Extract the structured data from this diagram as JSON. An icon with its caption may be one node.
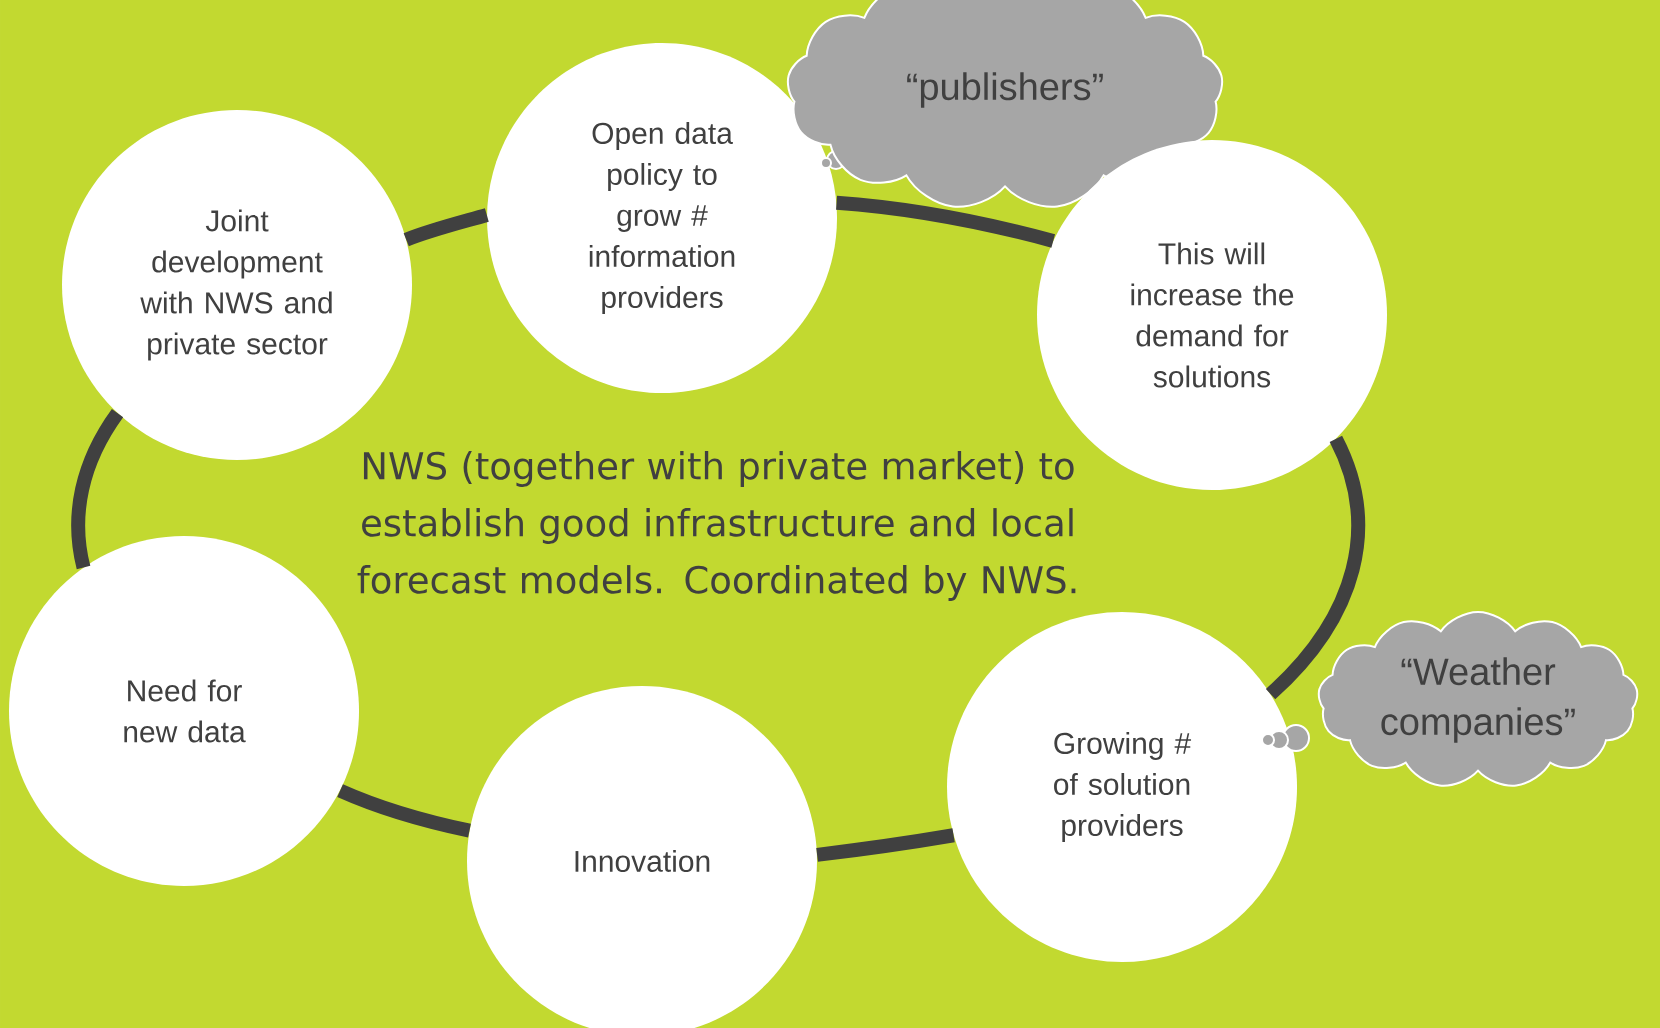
{
  "diagram": {
    "nodes": [
      {
        "text": [
          "Joint development with NWS and private sector"
        ]
      },
      {
        "text": [
          "Open data policy to grow # information providers"
        ]
      },
      {
        "text": [
          "“publishers”"
        ]
      },
      {
        "text": [
          "This will increase the demand for solutions"
        ]
      },
      {
        "text": [
          "Need for new data"
        ]
      },
      {
        "text": [
          "Growing # of solution providers"
        ]
      },
      {
        "text": [
          "“Weather companies”"
        ]
      },
      {
        "text": [
          "Innovation"
        ]
      }
    ],
    "edges": [
      {
        "from": 0,
        "to": 1,
        "arrow": "none"
      },
      {
        "from": 1,
        "to": 3,
        "arrow": "none"
      },
      {
        "from": 3,
        "to": 5,
        "arrow": "none"
      },
      {
        "from": 5,
        "to": 7,
        "arrow": "none"
      },
      {
        "from": 7,
        "to": 4,
        "arrow": "none"
      },
      {
        "from": 4,
        "to": 0,
        "arrow": "none"
      }
    ],
    "labels": [
      "NWS (together with private market) to establish good infrastructure and local forecast models. Coordinated by NWS."
    ]
  }
}
